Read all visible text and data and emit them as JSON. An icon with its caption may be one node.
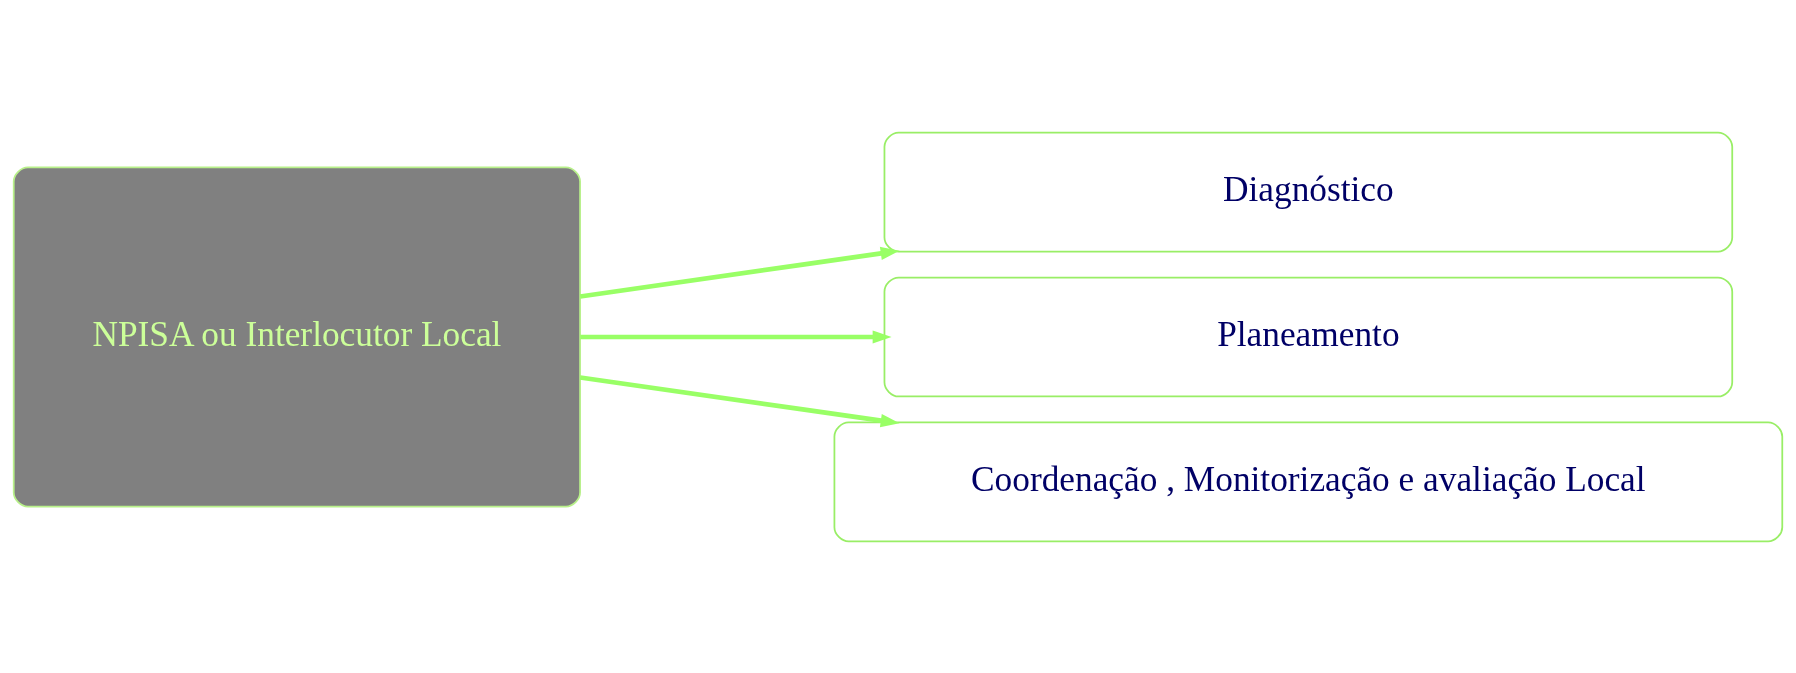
{
  "diagram": {
    "nodes": [
      {
        "text": [
          "NPISA ou Interlocutor Local"
        ]
      },
      {
        "text": [
          "Diagnóstico"
        ]
      },
      {
        "text": [
          "Planeamento"
        ]
      },
      {
        "text": [
          "Coordenação , Monitorização e avaliação Local"
        ]
      }
    ],
    "edges": [
      {
        "from": 0,
        "to": 1,
        "arrow": "to"
      },
      {
        "from": 0,
        "to": 2,
        "arrow": "to"
      },
      {
        "from": 0,
        "to": 3,
        "arrow": "to"
      }
    ]
  }
}
